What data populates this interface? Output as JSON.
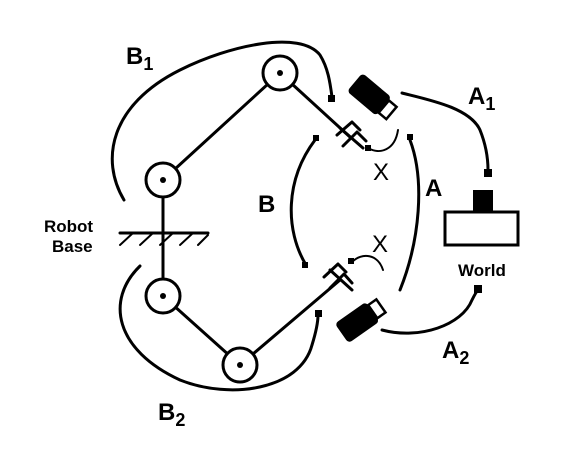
{
  "labels": {
    "b1": "B",
    "b1_sub": "1",
    "b2": "B",
    "b2_sub": "2",
    "a1": "A",
    "a1_sub": "1",
    "a2": "A",
    "a2_sub": "2",
    "a": "A",
    "b": "B",
    "x_top": "X",
    "x_bottom": "X",
    "robot_base_line1": "Robot",
    "robot_base_line2": "Base",
    "world": "World"
  }
}
